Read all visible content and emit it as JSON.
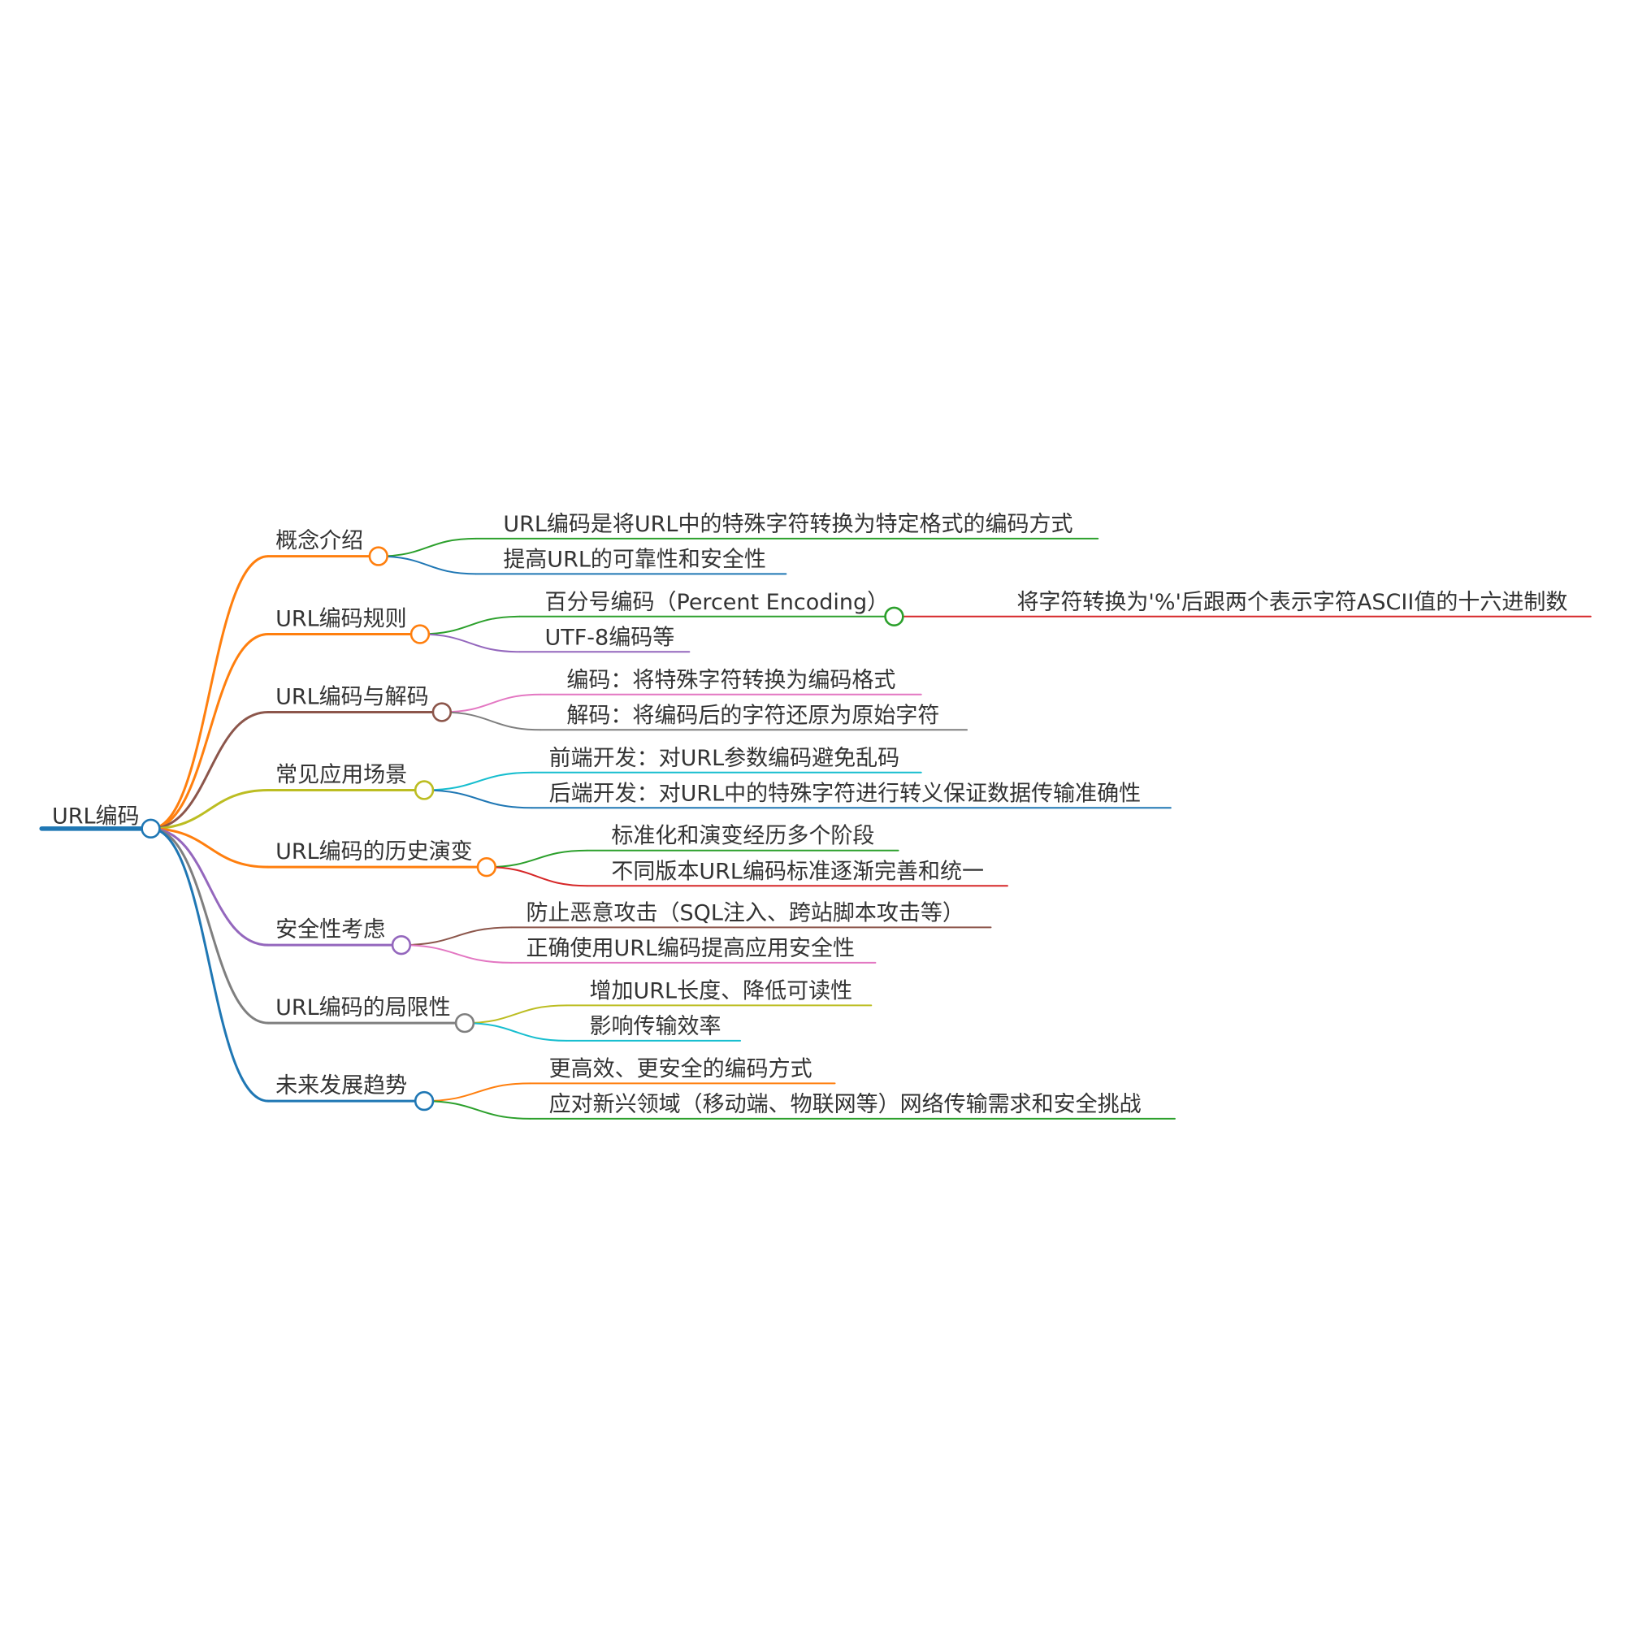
{
  "root": {
    "label": "URL编码",
    "color": "#1f77b4"
  },
  "branches": [
    {
      "id": "concept",
      "label": "概念介绍",
      "color": "#ff7f0e",
      "children": [
        {
          "label": "URL编码是将URL中的特殊字符转换为特定格式的编码方式",
          "color": "#2ca02c"
        },
        {
          "label": "提高URL的可靠性和安全性",
          "color": "#1f77b4"
        }
      ]
    },
    {
      "id": "rules",
      "label": "URL编码规则",
      "color": "#ff7f0e",
      "children": [
        {
          "label": "百分号编码（Percent Encoding）",
          "color": "#2ca02c",
          "children": [
            {
              "label": "将字符转换为'%'后跟两个表示字符ASCII值的十六进制数",
              "color": "#d62728"
            }
          ]
        },
        {
          "label": "UTF-8编码等",
          "color": "#9467bd"
        }
      ]
    },
    {
      "id": "encode-decode",
      "label": "URL编码与解码",
      "color": "#8c564b",
      "children": [
        {
          "label": "编码：将特殊字符转换为编码格式",
          "color": "#e377c2"
        },
        {
          "label": "解码：将编码后的字符还原为原始字符",
          "color": "#7f7f7f"
        }
      ]
    },
    {
      "id": "scenarios",
      "label": "常见应用场景",
      "color": "#bcbd22",
      "children": [
        {
          "label": "前端开发：对URL参数编码避免乱码",
          "color": "#17becf"
        },
        {
          "label": "后端开发：对URL中的特殊字符进行转义保证数据传输准确性",
          "color": "#1f77b4"
        }
      ]
    },
    {
      "id": "history",
      "label": "URL编码的历史演变",
      "color": "#ff7f0e",
      "children": [
        {
          "label": "标准化和演变经历多个阶段",
          "color": "#2ca02c"
        },
        {
          "label": "不同版本URL编码标准逐渐完善和统一",
          "color": "#d62728"
        }
      ]
    },
    {
      "id": "security",
      "label": "安全性考虑",
      "color": "#9467bd",
      "children": [
        {
          "label": "防止恶意攻击（SQL注入、跨站脚本攻击等）",
          "color": "#8c564b"
        },
        {
          "label": "正确使用URL编码提高应用安全性",
          "color": "#e377c2"
        }
      ]
    },
    {
      "id": "limitations",
      "label": "URL编码的局限性",
      "color": "#7f7f7f",
      "children": [
        {
          "label": "增加URL长度、降低可读性",
          "color": "#bcbd22"
        },
        {
          "label": "影响传输效率",
          "color": "#17becf"
        }
      ]
    },
    {
      "id": "future",
      "label": "未来发展趋势",
      "color": "#1f77b4",
      "children": [
        {
          "label": "更高效、更安全的编码方式",
          "color": "#ff7f0e"
        },
        {
          "label": "应对新兴领域（移动端、物联网等）网络传输需求和安全挑战",
          "color": "#2ca02c"
        }
      ]
    }
  ]
}
